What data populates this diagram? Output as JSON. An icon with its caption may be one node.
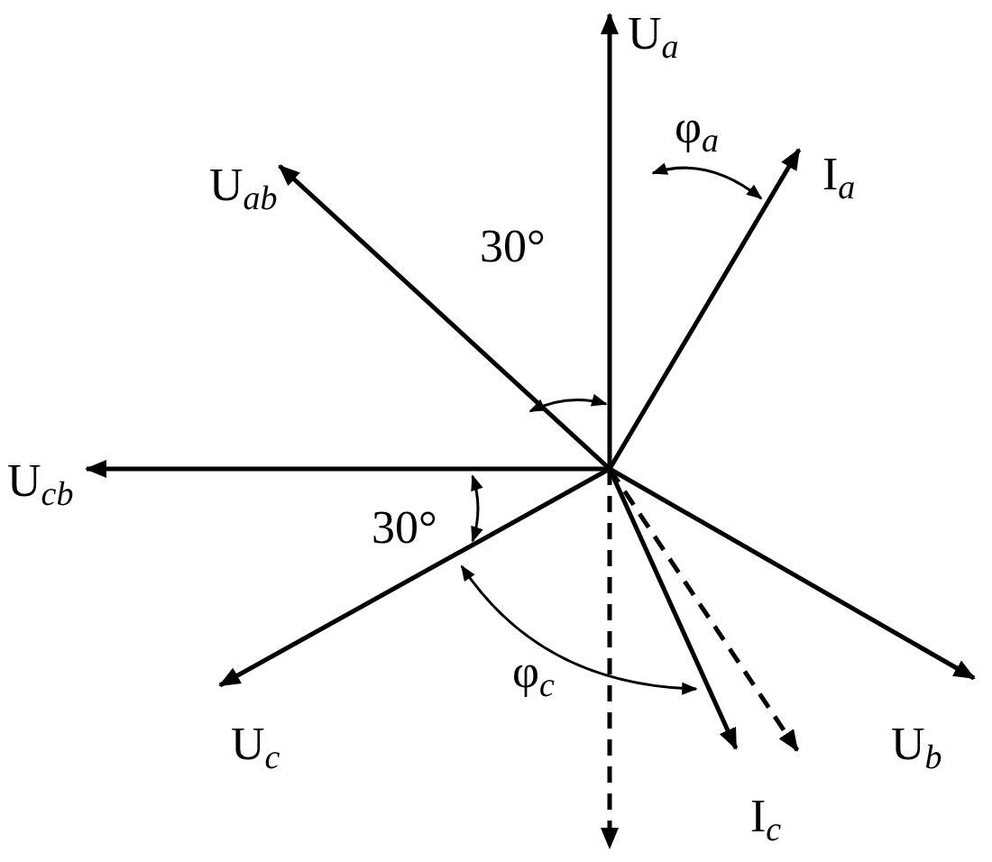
{
  "diagram": {
    "labels": [
      "U$_{a}$",
      "φ$_{a}$",
      "I$_{a}$",
      "U$_{ab}$",
      "30°",
      "U$_{cb}$",
      "30°",
      "U$_{c}$",
      "φ$_{c}$",
      "I$_{c}$",
      "U$_{b}$"
    ]
  }
}
